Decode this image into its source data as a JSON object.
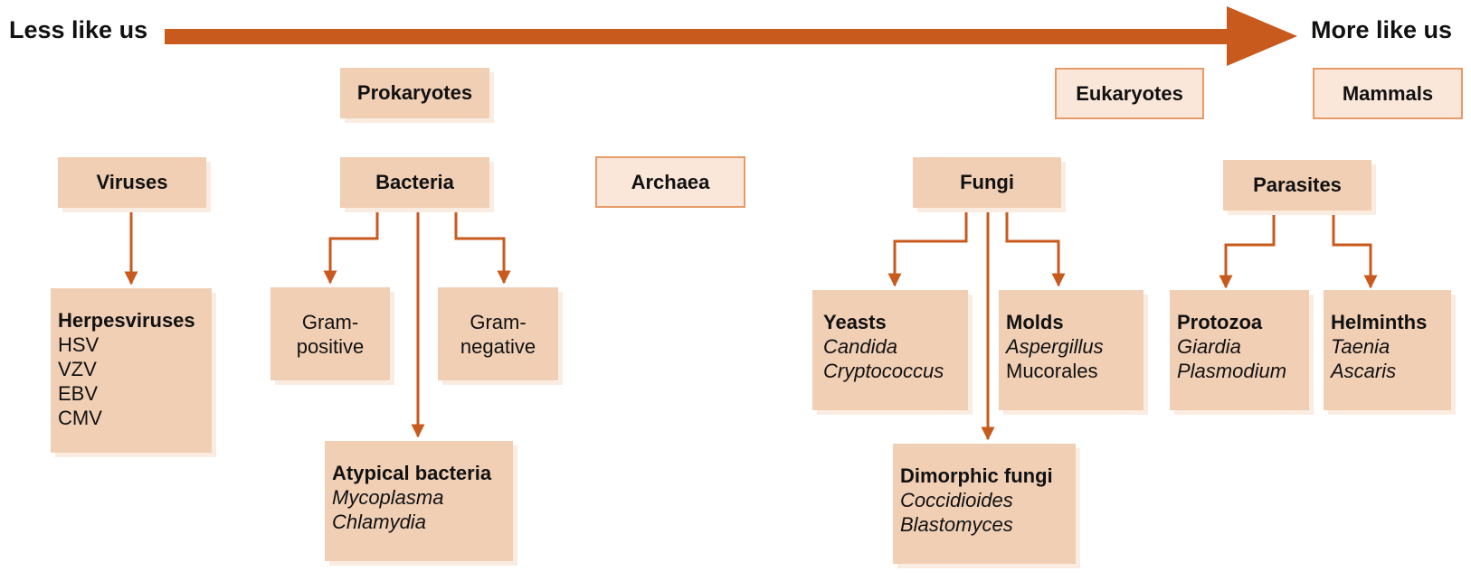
{
  "axis": {
    "left_label": "Less like us",
    "right_label": "More like us",
    "arrow_color": "#c85a1e"
  },
  "colors": {
    "box_fill": "#f1cfb5",
    "box_shadow": "#fbece1",
    "outlined_fill": "#fbe7da",
    "outlined_border": "#e79a68",
    "connector": "#c85a1e"
  },
  "categories": {
    "prokaryotes": "Prokaryotes",
    "eukaryotes": "Eukaryotes",
    "mammals": "Mammals"
  },
  "groups": {
    "viruses": "Viruses",
    "bacteria": "Bacteria",
    "archaea": "Archaea",
    "fungi": "Fungi",
    "parasites": "Parasites"
  },
  "subgroups": {
    "herpesviruses": {
      "title": "Herpesviruses",
      "items": [
        "HSV",
        "VZV",
        "EBV",
        "CMV"
      ]
    },
    "gram_positive": {
      "line1": "Gram-",
      "line2": "positive"
    },
    "gram_negative": {
      "line1": "Gram-",
      "line2": "negative"
    },
    "atypical": {
      "title": "Atypical bacteria",
      "examples": [
        "Mycoplasma",
        "Chlamydia"
      ]
    },
    "yeasts": {
      "title": "Yeasts",
      "examples": [
        "Candida",
        "Cryptococcus"
      ]
    },
    "molds": {
      "title": "Molds",
      "examples": [
        "Aspergillus"
      ],
      "other": "Mucorales"
    },
    "dimorphic": {
      "title": "Dimorphic fungi",
      "examples": [
        "Coccidioides",
        "Blastomyces"
      ]
    },
    "protozoa": {
      "title": "Protozoa",
      "examples": [
        "Giardia",
        "Plasmodium"
      ]
    },
    "helminths": {
      "title": "Helminths",
      "examples": [
        "Taenia",
        "Ascaris"
      ]
    }
  }
}
